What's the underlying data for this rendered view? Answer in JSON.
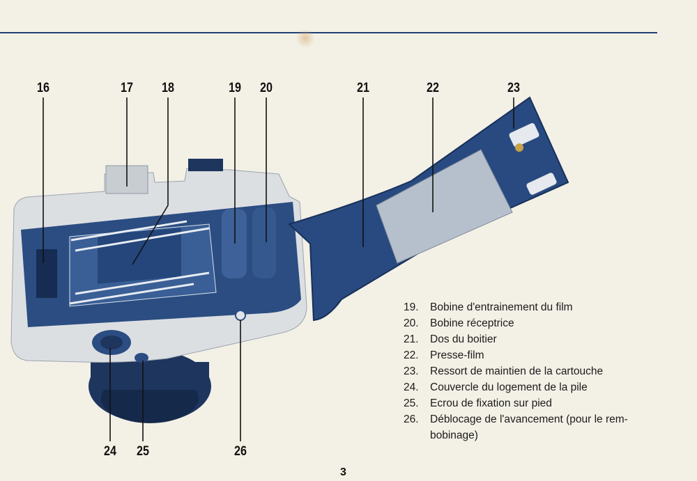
{
  "callouts": [
    {
      "label": "16"
    },
    {
      "label": "17"
    },
    {
      "label": "18"
    },
    {
      "label": "19"
    },
    {
      "label": "20"
    },
    {
      "label": "21"
    },
    {
      "label": "22"
    },
    {
      "label": "23"
    },
    {
      "label": "24"
    },
    {
      "label": "25"
    },
    {
      "label": "26"
    }
  ],
  "legend": [
    {
      "number": "19.",
      "text": "Bobine d'entrainement du film"
    },
    {
      "number": "20.",
      "text": "Bobine réceptrice"
    },
    {
      "number": "21.",
      "text": "Dos du boitier"
    },
    {
      "number": "22.",
      "text": "Presse-film"
    },
    {
      "number": "23.",
      "text": "Ressort de maintien de la cartouche"
    },
    {
      "number": "24.",
      "text": "Couvercle du logement de la pile"
    },
    {
      "number": "25.",
      "text": "Ecrou de fixation sur pied"
    },
    {
      "number": "26.",
      "text": "Déblocage de l'avancement (pour le rem-",
      "continuation": "bobinage)"
    }
  ],
  "page_number": "3",
  "colors": {
    "ink": "#1f3f74",
    "body": "#2b4d82",
    "chrome": "#dcdfe2",
    "paper": "#f3f0e6"
  }
}
